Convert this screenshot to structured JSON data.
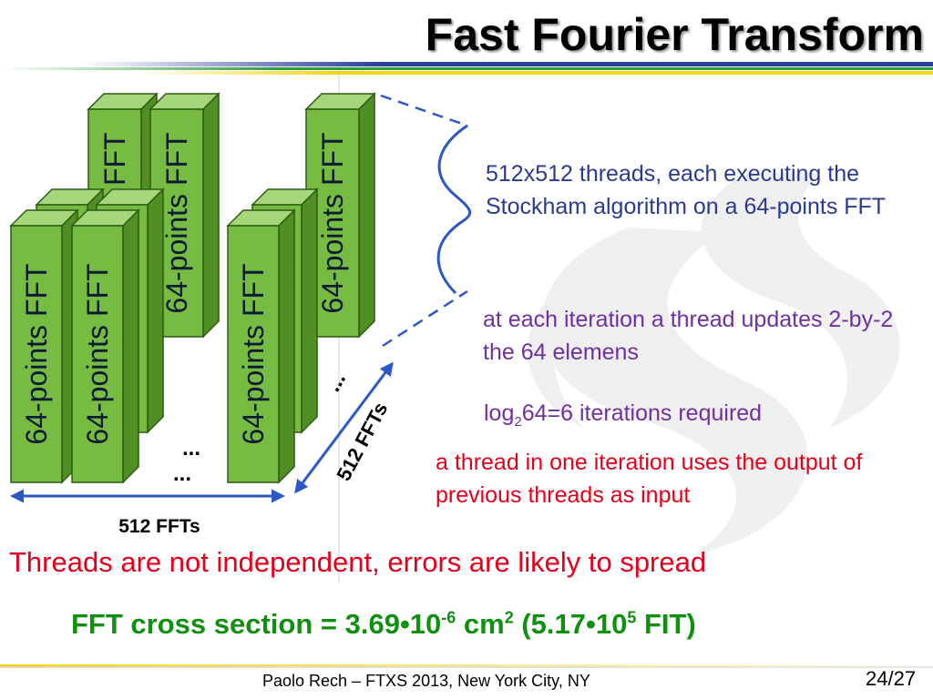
{
  "slide": {
    "title": "Fast Fourier Transform",
    "block_label": "64-points FFT",
    "dots": "...",
    "label_512_horizontal": "512 FFTs",
    "label_512_diagonal": "512 FFTs",
    "threads_text": "512x512 threads, each executing the Stockham algorithm on a 64-points FFT",
    "iteration_text": "at each iteration a thread updates 2-by-2 the 64 elemens",
    "log_text": {
      "prefix": "log",
      "base": "2",
      "suffix": "64=6 iterations required"
    },
    "dependency_text": "a thread in one iteration uses the output of previous threads as input",
    "warning_text": "Threads are not independent, errors are likely to spread",
    "cross_section": {
      "prefix": "FFT cross section = 3.69•10",
      "exp1": "-6",
      "unit": " cm",
      "exp2": "2",
      "paren": " (5.17•10",
      "exp3": "5",
      "end": " FIT)"
    }
  },
  "footer": {
    "text": "Paolo Rech – FTXS 2013, New York City, NY",
    "page": "24/27"
  },
  "colors": {
    "block_front": "#76bc42",
    "block_side": "#4f8f24",
    "block_top": "#a6d67a",
    "block_label": "#0d1a33",
    "arrow": "#2c57c7",
    "bar_blue": "#2b3fa0",
    "bar_green": "#2e9e3e",
    "bar_yellow": "#f3d418"
  },
  "icons": {
    "watermark": "swirl-logo-icon"
  }
}
